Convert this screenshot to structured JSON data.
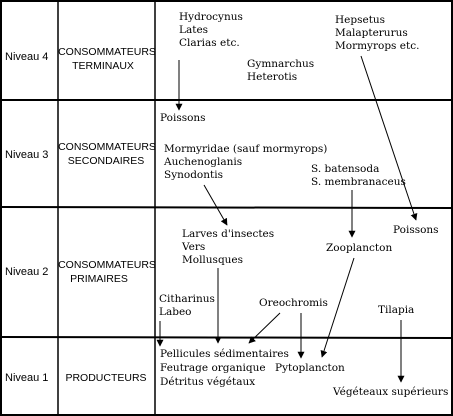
{
  "colors": {
    "ink": "#000000",
    "paper": "#ffffff"
  },
  "levels": [
    {
      "level_label": "Niveau 4",
      "category_lines": [
        "CONSOMMATEURS",
        "TERMINAUX"
      ]
    },
    {
      "level_label": "Niveau 3",
      "category_lines": [
        "CONSOMMATEURS",
        "SECONDAIRES"
      ]
    },
    {
      "level_label": "Niveau 2",
      "category_lines": [
        "CONSOMMATEURS",
        "PRIMAIRES"
      ]
    },
    {
      "level_label": "Niveau 1",
      "category_lines": [
        "PRODUCTEURS"
      ]
    }
  ],
  "groups": {
    "hydrocynus": [
      "Hydrocynus",
      "Lates",
      "Clarias etc."
    ],
    "gymnarchus": [
      "Gymnarchus",
      "Heterotis"
    ],
    "hepsetus": [
      "Hepsetus",
      "Malapterurus",
      "Mormyrops etc."
    ],
    "poissons_n3": [
      "Poissons"
    ],
    "mormyridae": [
      "Mormyridae (sauf mormyrops)",
      "Auchenoglanis",
      "Synodontis"
    ],
    "batensoda": [
      "S. batensoda",
      "S. membranaceus"
    ],
    "poissons_n2": [
      "Poissons"
    ],
    "larves": [
      "Larves d'insectes",
      "Vers",
      "Mollusques"
    ],
    "zooplancton": [
      "Zooplancton"
    ],
    "citharinus": [
      "Citharinus",
      "Labeo"
    ],
    "oreochromis": [
      "Oreochromis"
    ],
    "tilapia": [
      "Tilapia"
    ],
    "pellicules": [
      "Pellicules sédimentaires",
      "Feutrage organique",
      "Détritus végétaux"
    ],
    "pytoplancton": [
      "Pytoplancton"
    ],
    "vegeteaux": [
      "Végéteaux supérieurs"
    ]
  }
}
